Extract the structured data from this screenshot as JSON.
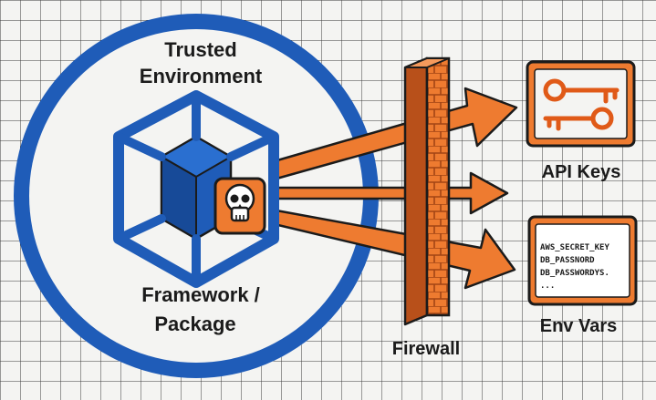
{
  "trusted_environment": {
    "title_lines": [
      "Trusted",
      "Environment"
    ],
    "package_label_lines": [
      "Framework /",
      "Package"
    ]
  },
  "firewall": {
    "label": "Firewall"
  },
  "api_keys": {
    "label": "API Keys",
    "icon": "key-icon"
  },
  "env_vars": {
    "label": "Env Vars",
    "lines": [
      "AWS_SECRET_KEY",
      "DB_PASSNORD",
      "DB_PASSWORDYS.",
      "..."
    ]
  },
  "malicious_icon": "skull-icon",
  "colors": {
    "blue": "#1f5cb8",
    "orange": "#ee7b30",
    "dark_orange": "#b8501a",
    "grid": "#3c3c3c",
    "ink": "#1b1b1b"
  }
}
